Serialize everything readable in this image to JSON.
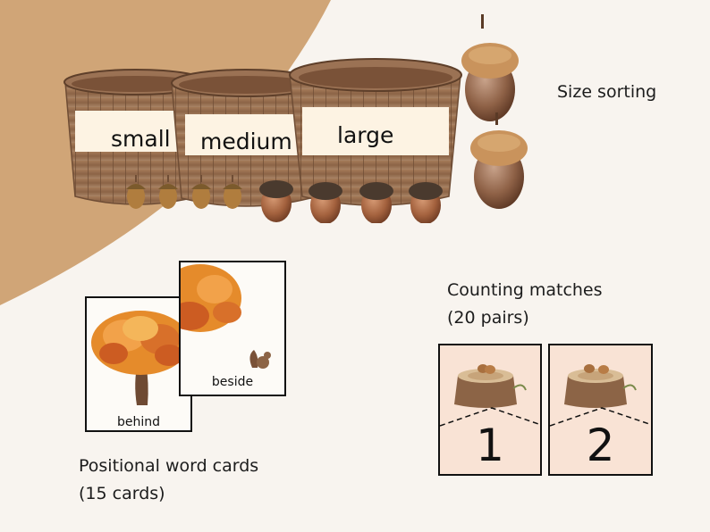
{
  "size_sorting": {
    "caption": "Size sorting",
    "baskets": [
      {
        "label": "small"
      },
      {
        "label": "medium"
      },
      {
        "label": "large"
      }
    ],
    "acorns": {
      "small_count": 4,
      "medium_count": 4,
      "large_count": 2
    }
  },
  "positional_cards": {
    "caption_line1": "Positional word cards",
    "caption_line2": "(15 cards)",
    "cards": [
      {
        "word": "behind"
      },
      {
        "word": "beside"
      }
    ]
  },
  "counting_matches": {
    "caption_line1": "Counting matches",
    "caption_line2": "(20 pairs)",
    "cards": [
      {
        "number": "1"
      },
      {
        "number": "2"
      }
    ]
  },
  "colors": {
    "background": "#f8f4ef",
    "blob": "#d0a577",
    "match_card": "#f9e3d5"
  }
}
